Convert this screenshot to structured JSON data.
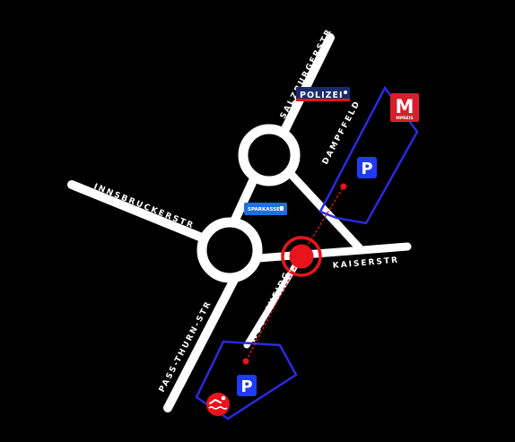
{
  "streets": {
    "salzburger": "SALZBURGERSTR",
    "innsbrucker": "INNSBRUCKERSTR",
    "pass_thurn": "PASS-THURN-STR",
    "dampffeld": "DAMPFFELD",
    "kaiser": "KAISERSTR",
    "wegscheid": "WEGSCHEIDG."
  },
  "pois": {
    "polizei": "POLIZEI",
    "sparkasse": "SPARKASSE",
    "mpreis_letter": "M",
    "mpreis_name": "MPREIS",
    "parking_north": "P",
    "parking_south": "P",
    "swimming_icon": "swimmer-icon"
  },
  "colors": {
    "background": "#000000",
    "road": "#ffffff",
    "parking_outline": "#2a2ae0",
    "parking_badge": "#1f3bff",
    "marker": "#e8141b",
    "polizei_bg": "#1a2a6e",
    "sparkasse_bg": "#1e6fe0",
    "mpreis_bg": "#d81e2a"
  }
}
